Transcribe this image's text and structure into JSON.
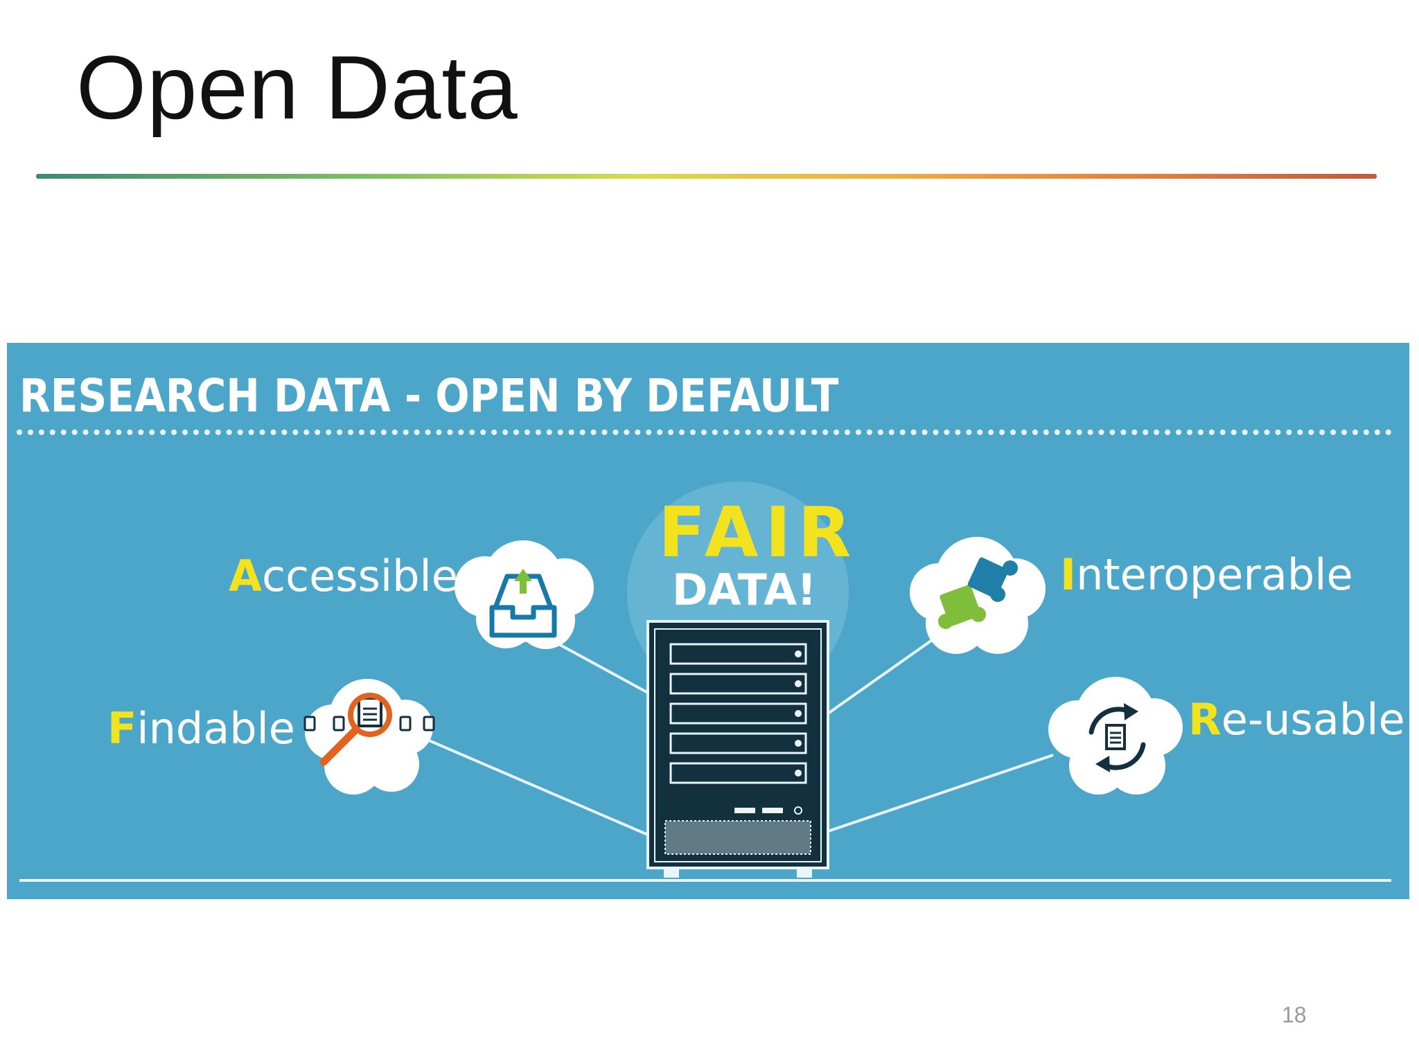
{
  "slide": {
    "title": "Open Data",
    "page_number": "18"
  },
  "banner": {
    "heading": "RESEARCH DATA - OPEN BY DEFAULT",
    "center": {
      "big": "FAIR",
      "small": "DATA!"
    },
    "features": {
      "accessible": {
        "initial": "A",
        "rest": "ccessible",
        "icon": "inbox-upload-icon"
      },
      "findable": {
        "initial": "F",
        "rest": "indable",
        "icon": "magnifier-document-icon"
      },
      "interoperable": {
        "initial": "I",
        "rest": "nteroperable",
        "icon": "puzzle-pieces-icon"
      },
      "reusable": {
        "initial": "R",
        "rest": "e-usable",
        "icon": "recycle-document-icon"
      }
    },
    "colors": {
      "background": "#4ba6c9",
      "accent_yellow": "#f3e21e",
      "server_dark": "#13303f",
      "magnifier_orange": "#e2631f",
      "puzzle_green": "#7fbe3b",
      "puzzle_blue": "#1f7fa8"
    }
  }
}
